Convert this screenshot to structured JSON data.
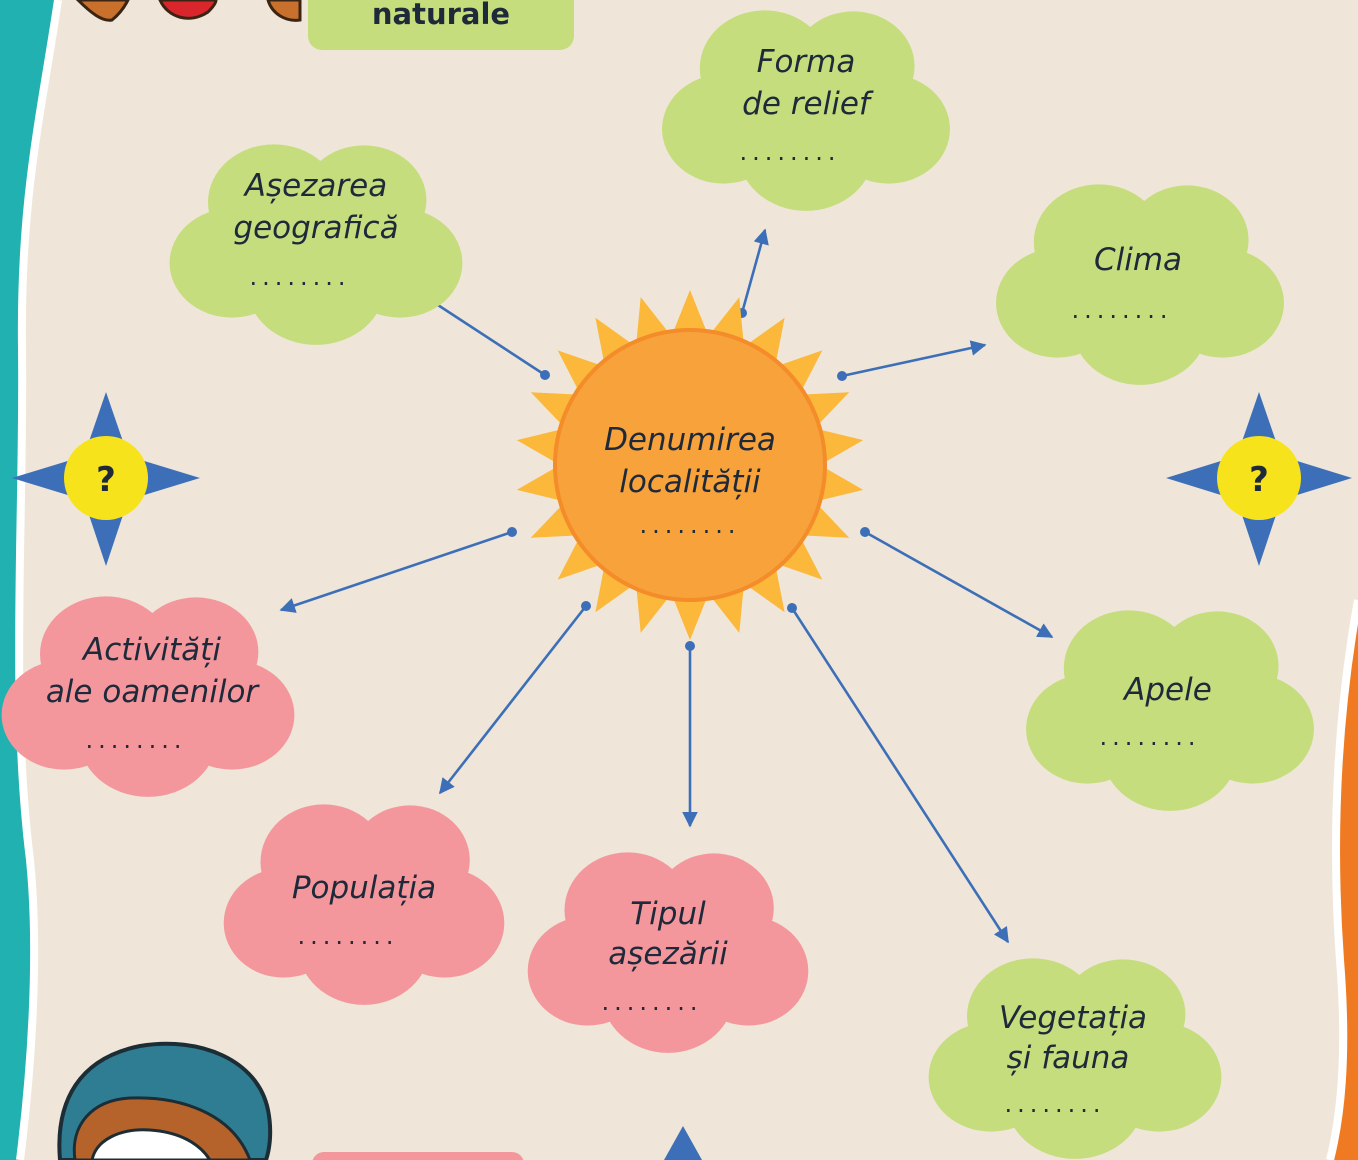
{
  "header_label": "naturale",
  "center": {
    "title_line1": "Denumirea",
    "title_line2": "localității",
    "dots": "........"
  },
  "clouds": {
    "asezarea": {
      "line1": "Așezarea",
      "line2": "geografică",
      "dots": "........"
    },
    "forma": {
      "line1": "Forma",
      "line2": "de relief",
      "dots": "........"
    },
    "clima": {
      "line1": "Clima",
      "dots": "........"
    },
    "apele": {
      "line1": "Apele",
      "dots": "........"
    },
    "vegetatia": {
      "line1": "Vegetația",
      "line2": "și fauna",
      "dots": "........"
    },
    "tipul": {
      "line1": "Tipul",
      "line2": "așezării",
      "dots": "........"
    },
    "populatia": {
      "line1": "Populația",
      "dots": "........"
    },
    "activitati": {
      "line1": "Activități",
      "line2": "ale oamenilor",
      "dots": "........"
    }
  },
  "markers": {
    "left": "?",
    "right": "?"
  },
  "colors": {
    "natural_cloud": "#c5dd7c",
    "human_cloud": "#f4979c",
    "sun": "#f7a23b",
    "arrow": "#3d6fb8",
    "teal_band": "#20b1b0",
    "orange_band": "#f07a22",
    "star": "#3d6fb8",
    "badge": "#f7e31c"
  }
}
